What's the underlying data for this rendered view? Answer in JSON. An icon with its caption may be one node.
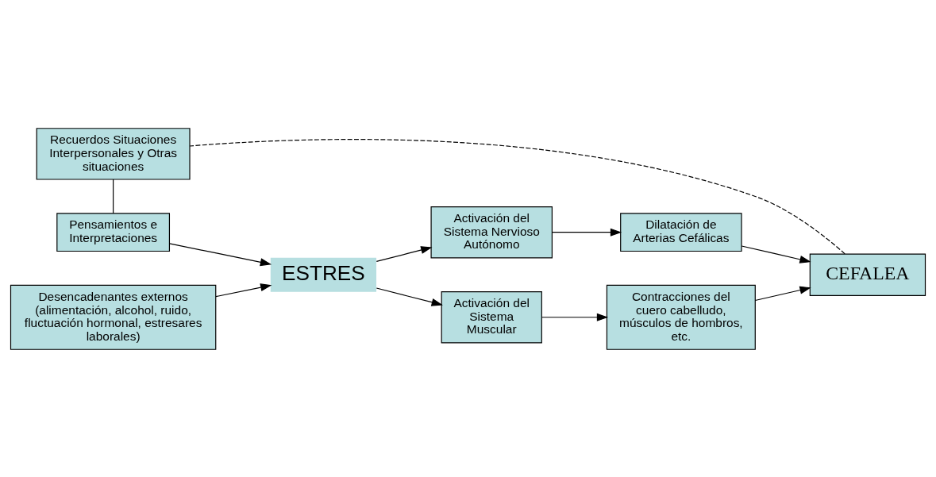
{
  "diagram": {
    "nodes": [
      {
        "text": [
          "Recuerdos Situaciones Interpersonales y Otras situaciones"
        ]
      },
      {
        "text": [
          "Pensamientos e Interpretaciones"
        ]
      },
      {
        "text": [
          "Desencadenantes externos (alimentación, alcohol, ruido, fluctuación hormonal, estresares laborales)"
        ]
      },
      {
        "text": [
          "ESTRES"
        ]
      },
      {
        "text": [
          "Activación del Sistema Nervioso Autónomo"
        ]
      },
      {
        "text": [
          "Dilatación de Arterias Cefálicas"
        ]
      },
      {
        "text": [
          "Activación del Sistema Muscular"
        ]
      },
      {
        "text": [
          "Contracciones del cuero cabelludo, músculos de hombros, etc."
        ]
      },
      {
        "text": [
          "CEFALEA"
        ]
      }
    ],
    "edges": [
      {
        "from": 0,
        "to": 1,
        "arrow": "none"
      },
      {
        "from": 1,
        "to": 3,
        "arrow": "to"
      },
      {
        "from": 2,
        "to": 3,
        "arrow": "to"
      },
      {
        "from": 3,
        "to": 4,
        "arrow": "to"
      },
      {
        "from": 4,
        "to": 5,
        "arrow": "to"
      },
      {
        "from": 5,
        "to": 8,
        "arrow": "to"
      },
      {
        "from": 3,
        "to": 6,
        "arrow": "to"
      },
      {
        "from": 6,
        "to": 7,
        "arrow": "to"
      },
      {
        "from": 7,
        "to": 8,
        "arrow": "to"
      },
      {
        "from": 8,
        "to": 0,
        "arrow": "none",
        "style": "dashed"
      }
    ]
  }
}
